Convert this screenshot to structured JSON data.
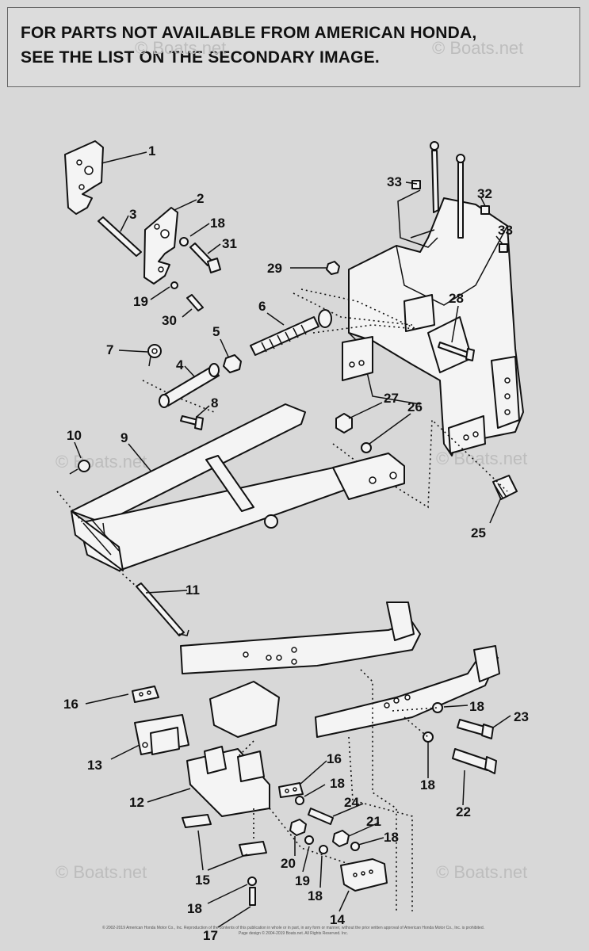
{
  "notice": {
    "line1": "FOR PARTS NOT AVAILABLE FROM AMERICAN HONDA,",
    "line2": "SEE THE LIST ON THE SECONDARY IMAGE."
  },
  "watermark": "© Boats.net",
  "callouts": [
    "1",
    "2",
    "3",
    "18",
    "31",
    "19",
    "30",
    "29",
    "33",
    "32",
    "33",
    "6",
    "28",
    "5",
    "7",
    "4",
    "8",
    "27",
    "26",
    "10",
    "9",
    "25",
    "11",
    "16",
    "18",
    "23",
    "13",
    "16",
    "18",
    "12",
    "24",
    "22",
    "18",
    "21",
    "18",
    "15",
    "20",
    "19",
    "18",
    "18",
    "17",
    "14"
  ],
  "footer": {
    "line1": "© 2002-2019 American Honda Motor Co., Inc. Reproduction of the contents of this publication in whole or in part, in any form or manner, without the prior written approval of American Honda Motor Co., Inc. is prohibited.",
    "line2": "Page design © 2004-2019 Boats.net. All Rights Reserved. Inc."
  }
}
